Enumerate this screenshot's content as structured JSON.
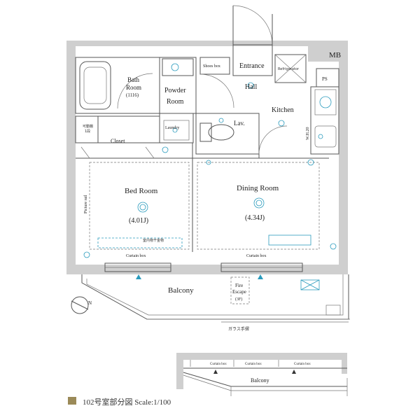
{
  "rooms": {
    "entrance": "Entrance",
    "mb": "MB",
    "shoes_box": "Shoes box",
    "refrigerator": "Refrigerator",
    "ps": "PS",
    "bath_room_1": "Bath",
    "bath_room_2": "Room",
    "bath_size": "(1116)",
    "powder_room_1": "Powder",
    "powder_room_2": "Room",
    "hall": "Hall",
    "kitchen": "Kitchen",
    "lav": "Lav.",
    "laundry": "Laundry",
    "closet": "Closet",
    "closet_small_1": "可動棚",
    "closet_small_2": "1段",
    "wh": "W.H.20",
    "picture_rail": "Picture rail",
    "bed_room": "Bed Room",
    "bed_room_size": "(4.01J)",
    "dining_room": "Dining Room",
    "dining_room_size": "(4.34J)",
    "indoor_drying": "室内物干金物",
    "curtain_box_1": "Curtain box",
    "curtain_box_2": "Curtain box",
    "balcony": "Balcony",
    "fire_escape_1": "Fire",
    "fire_escape_2": "Escape",
    "fire_escape_3": "(3F)",
    "glass_handrail": "ガラス手摺",
    "compass_n": "N"
  },
  "inset": {
    "curtain_box_1": "Curtain box",
    "curtain_box_2": "Curtain box",
    "curtain_box_3": "Curtain box",
    "balcony": "Balcony"
  },
  "caption": {
    "text": "102号室部分図  Scale:1/100"
  },
  "colors": {
    "wall": "#cfcfcf",
    "fixture": "#2a9bbd",
    "swatch": "#9b8a58"
  }
}
